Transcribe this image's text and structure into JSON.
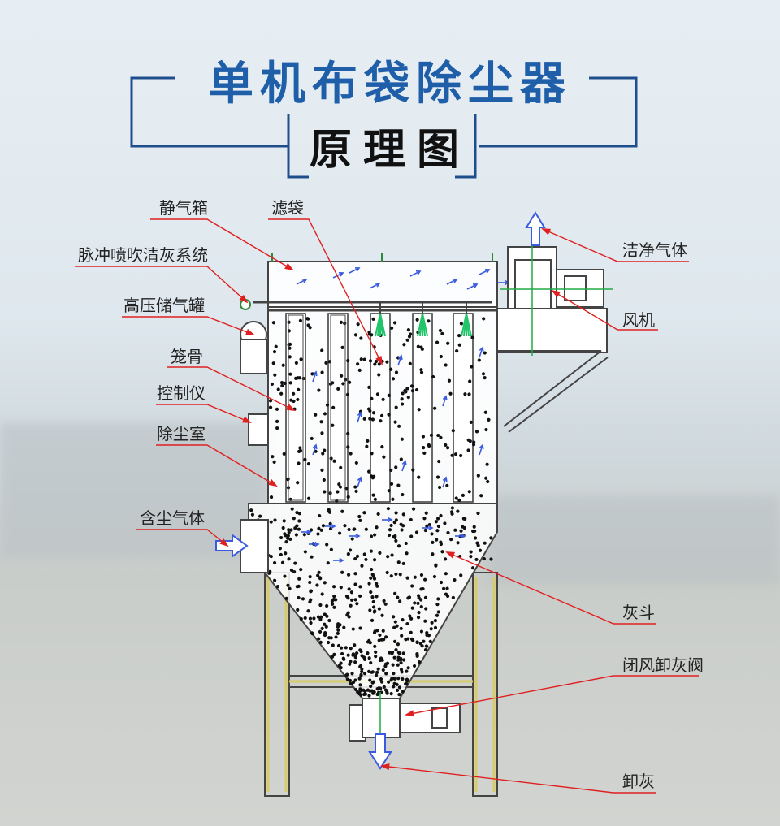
{
  "title": "单机布袋除尘器",
  "subtitle": "原理图",
  "labels": {
    "static_box": "静气箱",
    "pulse_system": "脉冲喷吹清灰系统",
    "air_tank": "高压储气罐",
    "cage": "笼骨",
    "controller": "控制仪",
    "dust_chamber": "除尘室",
    "dusty_gas": "含尘气体",
    "filter_bag": "滤袋",
    "clean_gas": "洁净气体",
    "fan": "风机",
    "ash_hopper": "灰斗",
    "airlock_valve": "闭风卸灰阀",
    "discharge": "卸灰"
  },
  "colors": {
    "title_blue": "#1f5ea8",
    "frame_blue": "#1f4e8c",
    "leader_red": "#e02020",
    "flow_blue": "#3a5be0",
    "pulse_green": "#22c46a",
    "structure": "#444444",
    "support_yellow": "#d8cc6a"
  }
}
